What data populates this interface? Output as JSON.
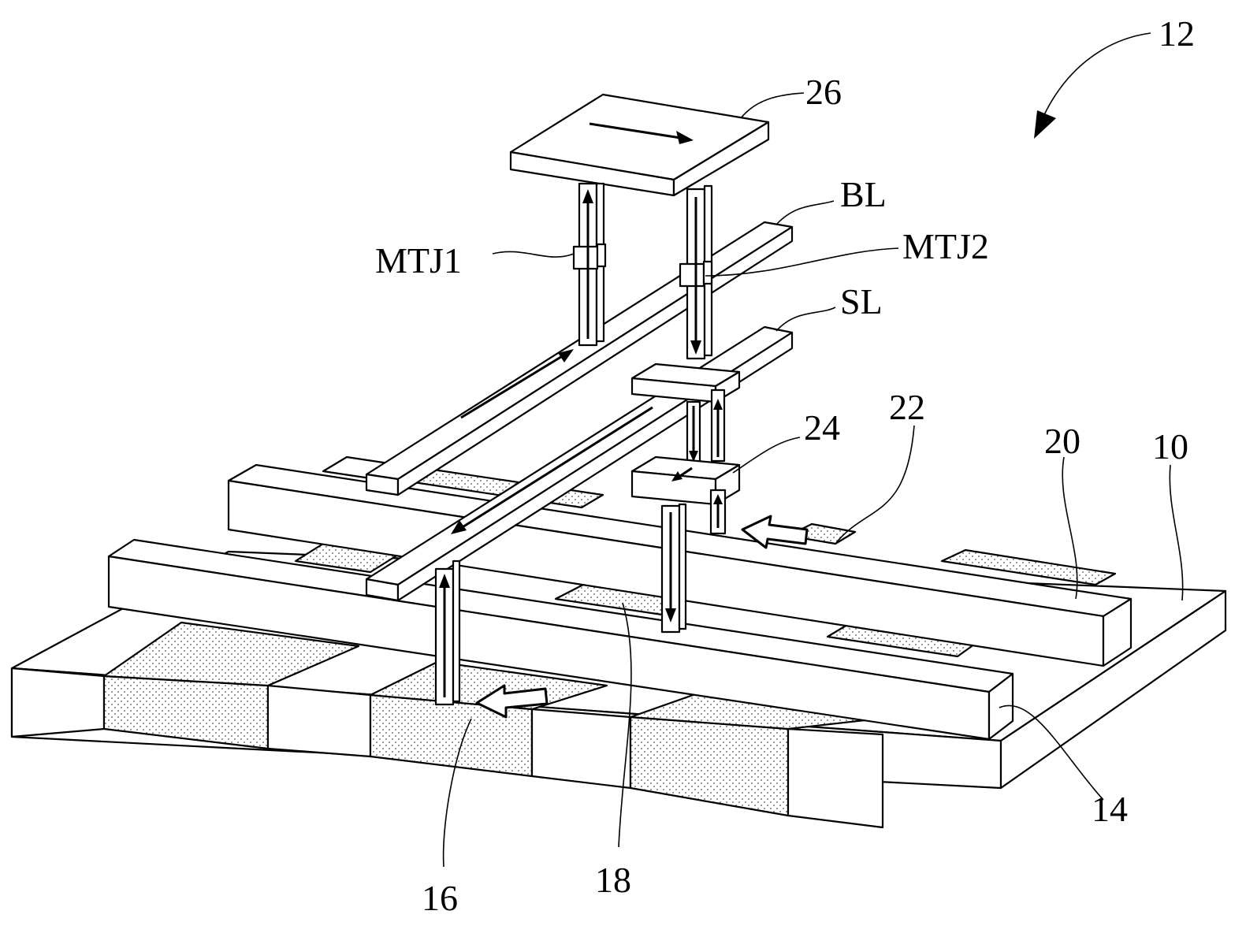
{
  "figure": {
    "labels": {
      "device": "12",
      "top_plate": "26",
      "bit_line": "BL",
      "mtj2": "MTJ2",
      "mtj1": "MTJ1",
      "source_line": "SL",
      "contact_24": "24",
      "region_22": "22",
      "region_20": "20",
      "substrate": "10",
      "gate_14": "14",
      "region_16": "16",
      "region_18": "18"
    }
  }
}
